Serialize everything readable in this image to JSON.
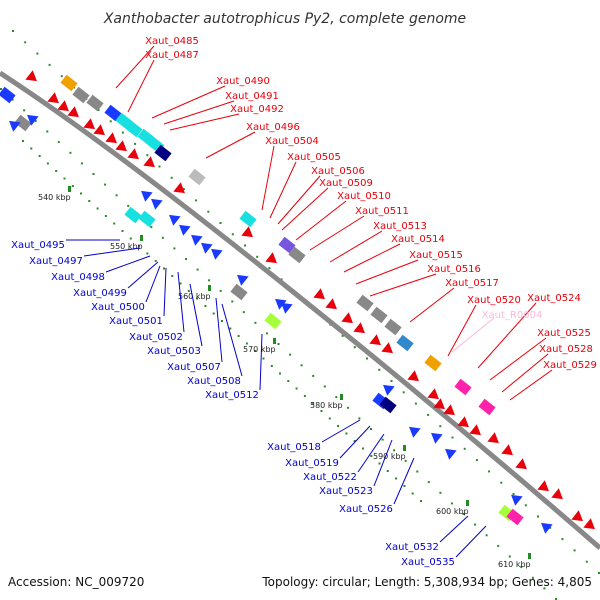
{
  "title": "Xanthobacter autotrophicus Py2, complete genome",
  "footer": {
    "accession": "Accession: NC_009720",
    "summary": "Topology: circular; Length: 5,308,934 bp; Genes: 4,805"
  },
  "colors": {
    "backbone": "#888888",
    "forward_label": "#e8000b",
    "reverse_label": "#0000cc",
    "rna_label": "#ffb6d9",
    "tick_mark": "#228b22"
  },
  "kbp_ticks": [
    "540 kbp",
    "550 kbp",
    "560 kbp",
    "570 kbp",
    "580 kbp",
    "590 kbp",
    "600 kbp",
    "610 kbp"
  ],
  "forward_labels": [
    "Xaut_0485",
    "Xaut_0487",
    "Xaut_0490",
    "Xaut_0491",
    "Xaut_0492",
    "Xaut_0496",
    "Xaut_0504",
    "Xaut_0505",
    "Xaut_0506",
    "Xaut_0509",
    "Xaut_0510",
    "Xaut_0511",
    "Xaut_0513",
    "Xaut_0514",
    "Xaut_0515",
    "Xaut_0516",
    "Xaut_0517",
    "Xaut_0520",
    "Xaut_0524",
    "Xaut_0525",
    "Xaut_0528",
    "Xaut_0529"
  ],
  "rna_labels": [
    "Xaut_R0004"
  ],
  "reverse_labels": [
    "Xaut_0495",
    "Xaut_0497",
    "Xaut_0498",
    "Xaut_0499",
    "Xaut_0500",
    "Xaut_0501",
    "Xaut_0502",
    "Xaut_0503",
    "Xaut_0507",
    "Xaut_0508",
    "Xaut_0512",
    "Xaut_0518",
    "Xaut_0519",
    "Xaut_0522",
    "Xaut_0523",
    "Xaut_0526",
    "Xaut_0532",
    "Xaut_0535"
  ]
}
